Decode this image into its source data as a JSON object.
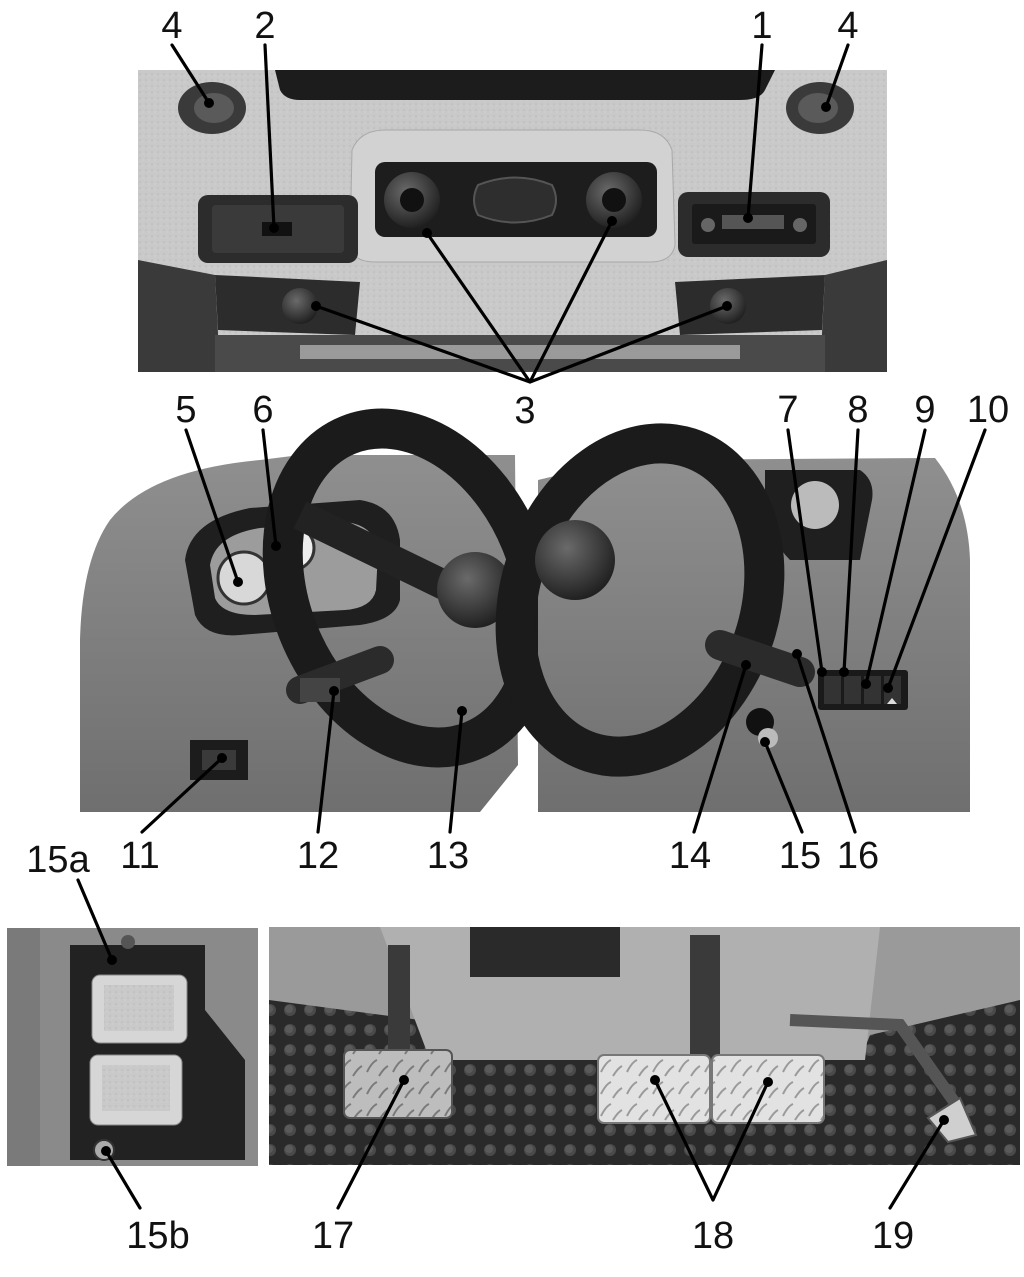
{
  "figure": {
    "panels": [
      "overhead-console",
      "dashboard-left",
      "dashboard-right",
      "fuse-box",
      "pedals"
    ]
  },
  "callouts": [
    {
      "id": "c4a",
      "label": "4"
    },
    {
      "id": "c2",
      "label": "2"
    },
    {
      "id": "c1",
      "label": "1"
    },
    {
      "id": "c4b",
      "label": "4"
    },
    {
      "id": "c3",
      "label": "3"
    },
    {
      "id": "c5",
      "label": "5"
    },
    {
      "id": "c6",
      "label": "6"
    },
    {
      "id": "c7",
      "label": "7"
    },
    {
      "id": "c8",
      "label": "8"
    },
    {
      "id": "c9",
      "label": "9"
    },
    {
      "id": "c10",
      "label": "10"
    },
    {
      "id": "c11",
      "label": "11"
    },
    {
      "id": "c12",
      "label": "12"
    },
    {
      "id": "c13",
      "label": "13"
    },
    {
      "id": "c14",
      "label": "14"
    },
    {
      "id": "c15",
      "label": "15"
    },
    {
      "id": "c16",
      "label": "16"
    },
    {
      "id": "c15a",
      "label": "15a"
    },
    {
      "id": "c15b",
      "label": "15b"
    },
    {
      "id": "c17",
      "label": "17"
    },
    {
      "id": "c18",
      "label": "18"
    },
    {
      "id": "c19",
      "label": "19"
    }
  ]
}
